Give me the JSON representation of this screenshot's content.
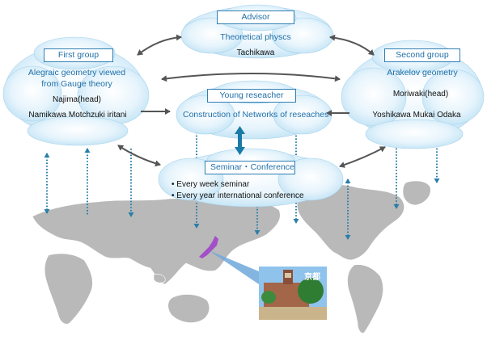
{
  "advisor": {
    "title": "Advisor",
    "subtitle": "Theoretical physcs",
    "member": "Tachikawa"
  },
  "first_group": {
    "title": "First group",
    "topic_line1": "Alegraic geometry viewed",
    "topic_line2": "from Gauge theory",
    "head": "Najima(head)",
    "members": "Namikawa  Motchzuki iritani"
  },
  "second_group": {
    "title": "Second group",
    "topic": "Arakelov geometry",
    "head": "Moriwaki(head)",
    "members": "Yoshikawa  Mukai  Odaka"
  },
  "young": {
    "title": "Young reseacher",
    "topic": "Construction of Networks of reseaches"
  },
  "seminar": {
    "title": "Seminar・Conference",
    "items": [
      "Every week seminar",
      "Every year international conference"
    ]
  },
  "kyoto": {
    "label": "京都"
  },
  "colors": {
    "cloud": "#cde9f8",
    "accent": "#1f6fa8",
    "arrow": "#555555",
    "dotted": "#2a7fa8",
    "map": "#b8b8b8"
  }
}
